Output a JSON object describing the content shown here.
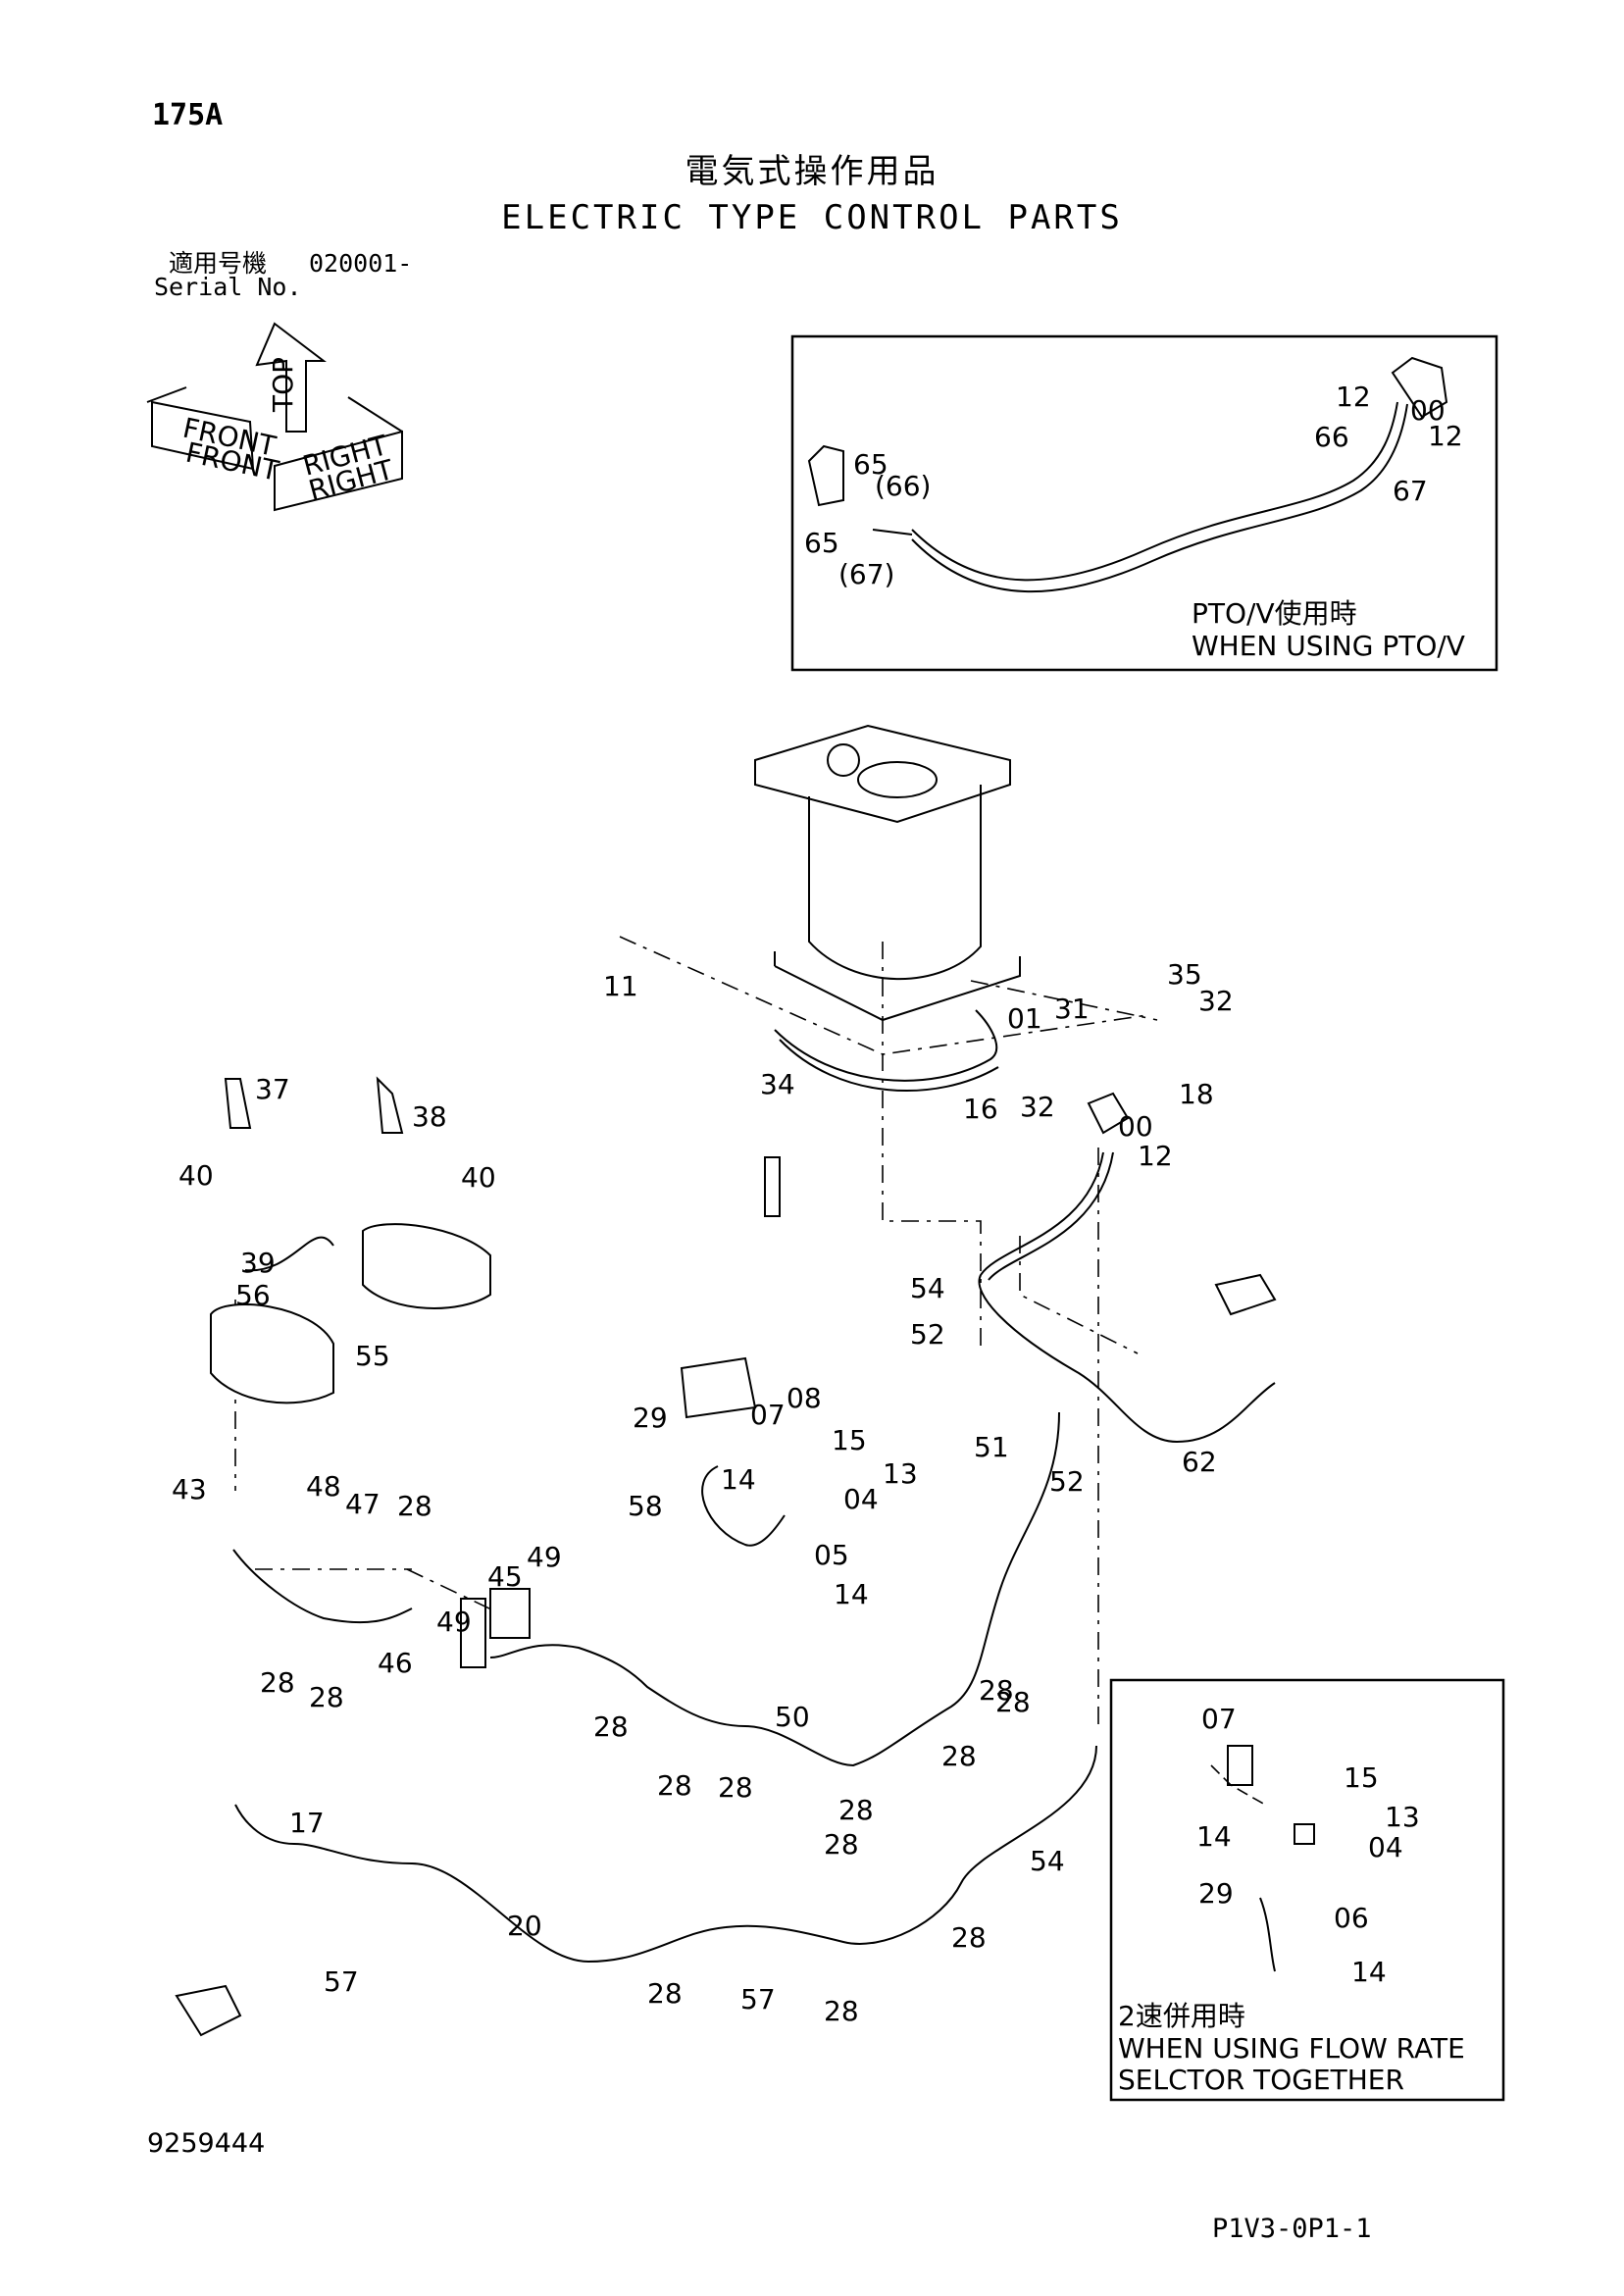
{
  "header": {
    "page_number": "175A",
    "title_jp": "電気式操作用品",
    "title_en": "ELECTRIC TYPE CONTROL PARTS",
    "serial_label_jp": "適用号機",
    "serial_value": "020001-",
    "serial_label_en": "Serial No."
  },
  "orientation": {
    "top": "TOP",
    "front": "FRONT",
    "right": "RIGHT"
  },
  "inset_pto": {
    "caption_jp": "PTO/V使用時",
    "caption_en": "WHEN USING PTO/V",
    "labels": [
      "12",
      "00",
      "66",
      "12",
      "67",
      "65",
      "(66)",
      "65",
      "(67)"
    ]
  },
  "inset_flow": {
    "caption_jp": "2速併用時",
    "caption_en_1": "WHEN USING FLOW RATE",
    "caption_en_2": "SELCTOR TOGETHER",
    "labels": [
      "07",
      "15",
      "13",
      "14",
      "04",
      "29",
      "06",
      "14"
    ]
  },
  "main_labels": [
    "11",
    "35",
    "32",
    "01",
    "31",
    "34",
    "18",
    "16",
    "32",
    "00",
    "12",
    "37",
    "38",
    "40",
    "40",
    "39",
    "56",
    "55",
    "54",
    "52",
    "29",
    "08",
    "07",
    "15",
    "13",
    "14",
    "04",
    "05",
    "14",
    "58",
    "51",
    "52",
    "62",
    "43",
    "48",
    "47",
    "28",
    "45",
    "49",
    "49",
    "28",
    "28",
    "46",
    "28",
    "28",
    "50",
    "28",
    "28",
    "28",
    "28",
    "28",
    "28",
    "17",
    "54",
    "20",
    "57",
    "57",
    "28",
    "28",
    "28"
  ],
  "footer": {
    "doc_number": "9259444",
    "page_code": "P1V3-0P1-1"
  }
}
